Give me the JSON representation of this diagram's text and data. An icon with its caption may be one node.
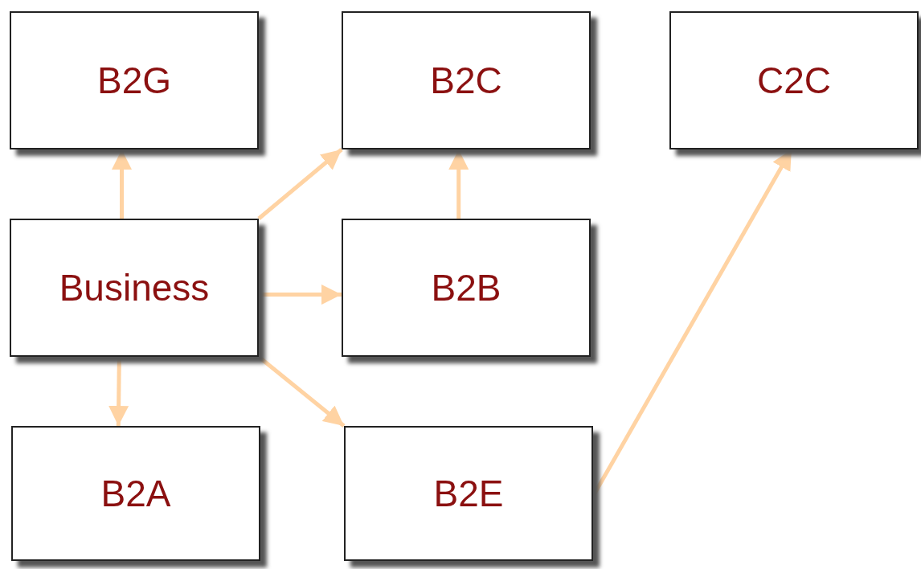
{
  "diagram": {
    "nodes": [
      {
        "text": [
          "B2G"
        ]
      },
      {
        "text": [
          "B2C"
        ]
      },
      {
        "text": [
          "C2C"
        ]
      },
      {
        "text": [
          "Business"
        ]
      },
      {
        "text": [
          "B2B"
        ]
      },
      {
        "text": [
          "B2A"
        ]
      },
      {
        "text": [
          "B2E"
        ]
      }
    ],
    "edges": [
      {
        "from": 3,
        "to": 0,
        "arrow": "to"
      },
      {
        "from": 3,
        "to": 1,
        "arrow": "to"
      },
      {
        "from": 3,
        "to": 4,
        "arrow": "to"
      },
      {
        "from": 3,
        "to": 5,
        "arrow": "to"
      },
      {
        "from": 3,
        "to": 6,
        "arrow": "to"
      },
      {
        "from": 4,
        "to": 1,
        "arrow": "to"
      },
      {
        "from": 6,
        "to": 2,
        "arrow": "to"
      }
    ]
  }
}
